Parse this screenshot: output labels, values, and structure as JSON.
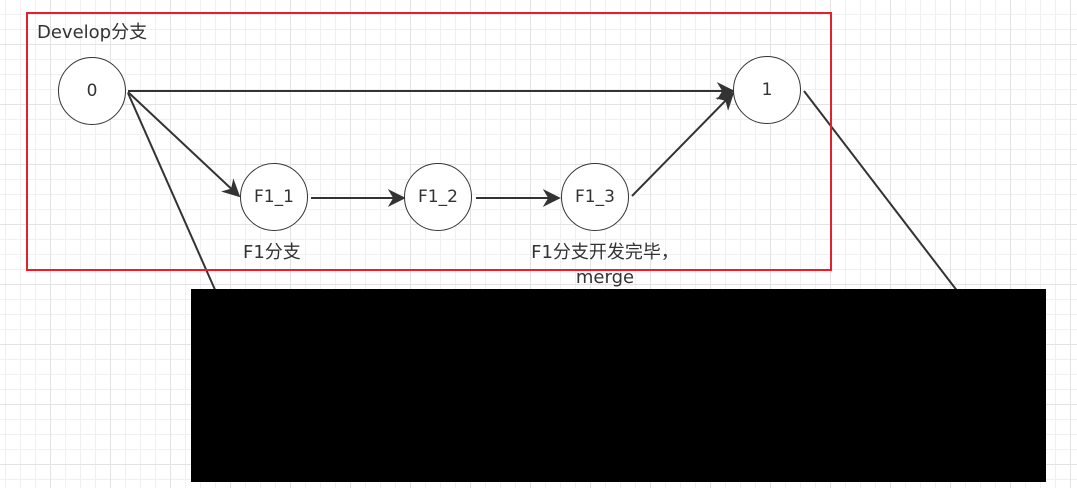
{
  "diagram": {
    "group": {
      "label": "Develop分支",
      "border_color": "#e3212d"
    },
    "nodes": [
      {
        "id": "n0",
        "label": "0"
      },
      {
        "id": "n1",
        "label": "1"
      },
      {
        "id": "f1_1",
        "label": "F1_1"
      },
      {
        "id": "f1_2",
        "label": "F1_2"
      },
      {
        "id": "f1_3",
        "label": "F1_3"
      }
    ],
    "captions": {
      "f1_branch": "F1分支",
      "f1_done_line1": "F1分支开发完毕，",
      "f1_done_line2": "merge"
    },
    "edges": [
      {
        "from": "0",
        "to": "1",
        "arrow": true
      },
      {
        "from": "0",
        "to": "F1_1",
        "arrow": true
      },
      {
        "from": "F1_1",
        "to": "F1_2",
        "arrow": true
      },
      {
        "from": "F1_2",
        "to": "F1_3",
        "arrow": true
      },
      {
        "from": "F1_3",
        "to": "1",
        "arrow": true
      },
      {
        "from": "0",
        "to": "offscreen-below",
        "arrow": false
      },
      {
        "from": "1",
        "to": "offscreen-below",
        "arrow": false
      }
    ],
    "colors": {
      "stroke": "#333333",
      "grid_major": "#e3e3e3",
      "grid_minor": "#f0f0f0",
      "redaction": "#000000"
    }
  }
}
